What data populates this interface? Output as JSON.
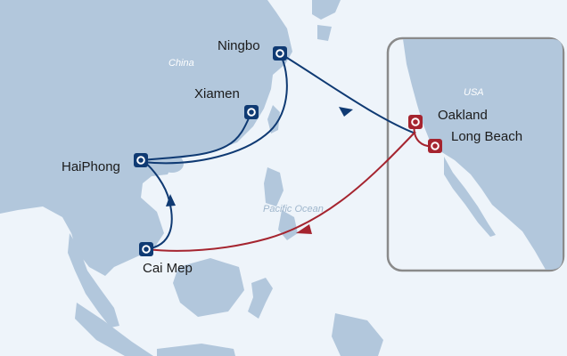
{
  "map": {
    "regions": {
      "china": "China",
      "usa": "USA",
      "pacific": "Pacific  Ocean"
    },
    "ports": {
      "ningbo": "Ningbo",
      "xiamen": "Xiamen",
      "haiphong": "HaiPhong",
      "cai_mep": "Cai Mep",
      "oakland": "Oakland",
      "long_beach": "Long Beach"
    },
    "colors": {
      "ocean": "#eef4fa",
      "land": "#b2c7dc",
      "asia_port_route": "#0f3a73",
      "us_port_route": "#a5242f",
      "inset_border": "#8a8a8a"
    }
  }
}
